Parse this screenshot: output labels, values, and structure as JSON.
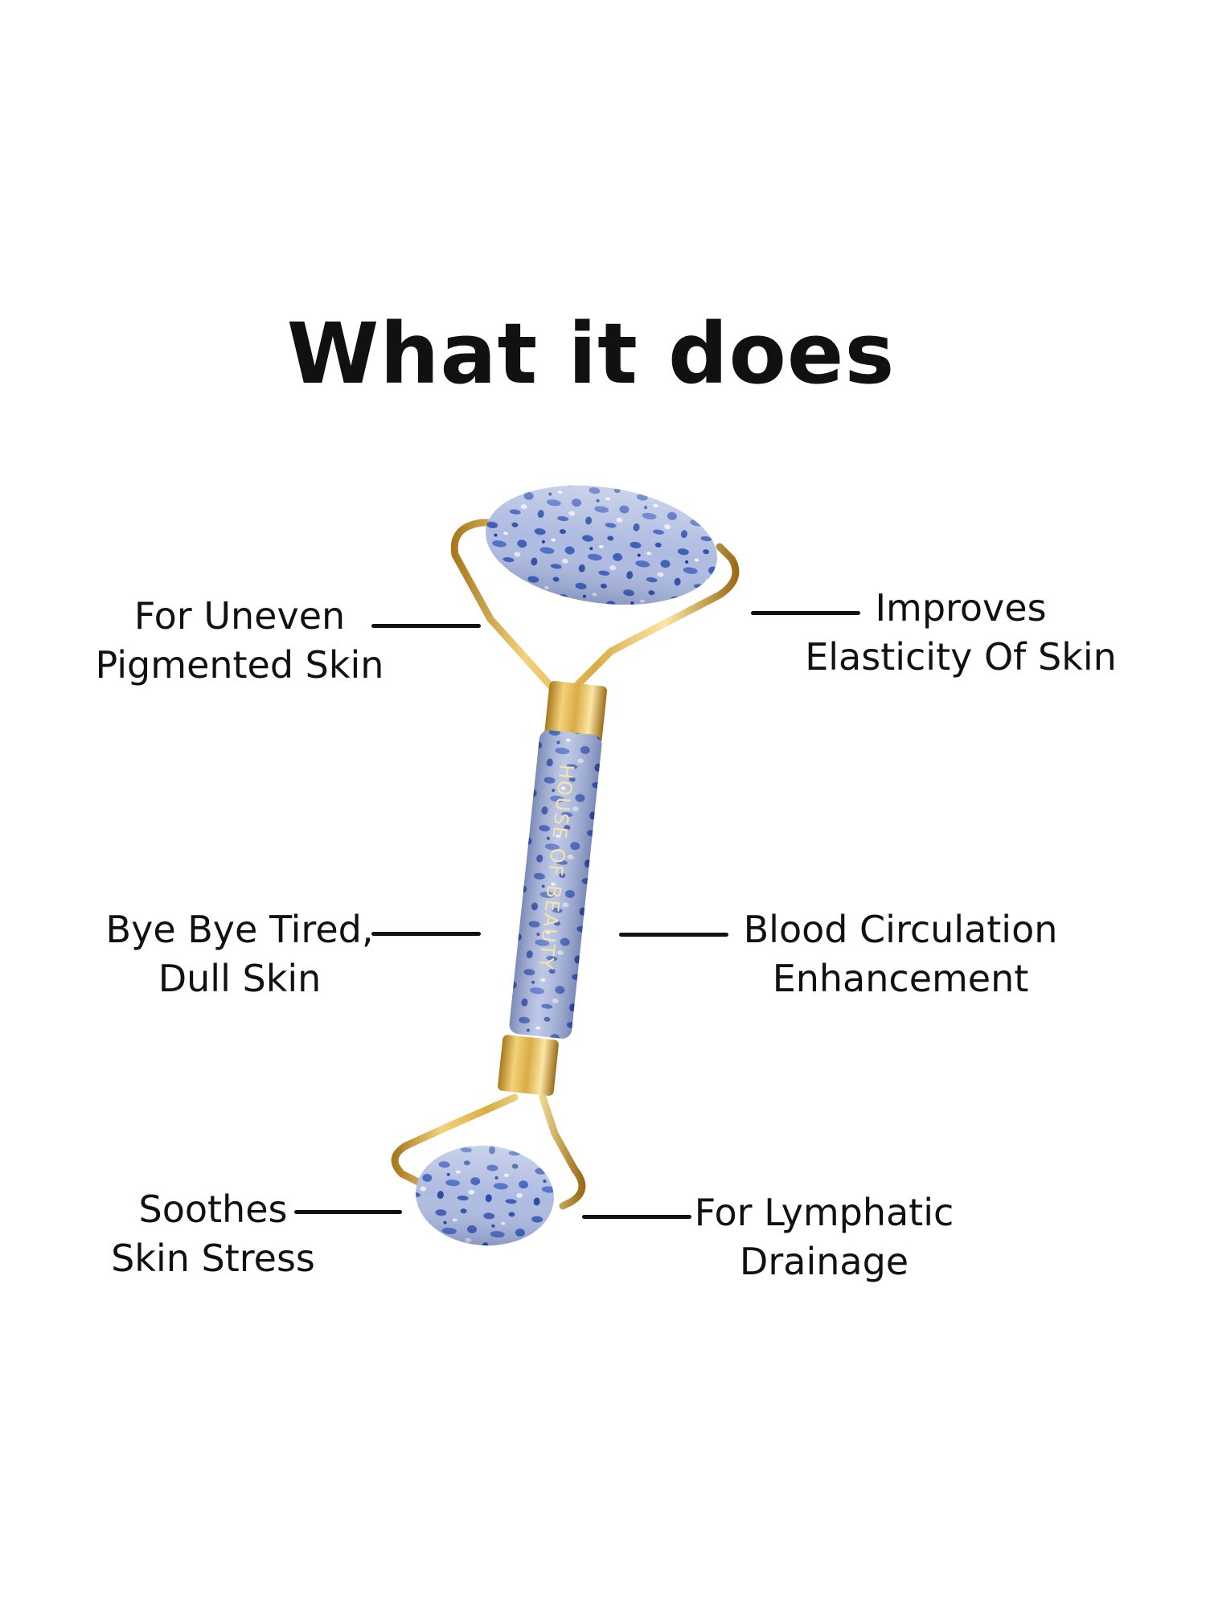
{
  "title": "What it does",
  "callouts": {
    "top_left": {
      "line1": "For Uneven",
      "line2": "Pigmented Skin"
    },
    "top_right": {
      "line1": "Improves",
      "line2": "Elasticity Of Skin"
    },
    "middle_left": {
      "line1": "Bye Bye Tired,",
      "line2": "Dull Skin"
    },
    "middle_right": {
      "line1": "Blood Circulation",
      "line2": "Enhancement"
    },
    "bottom_left": {
      "line1": "Soothes",
      "line2": "Skin Stress"
    },
    "bottom_right": {
      "line1": "For Lymphatic",
      "line2": "Drainage"
    }
  },
  "product": {
    "engraving": "HOUSE OF BEAUTY"
  },
  "colors": {
    "stone_blue": "#3a5bb8",
    "stone_base": "#aebbe0",
    "gold": "#d9ac45",
    "text": "#111111"
  }
}
